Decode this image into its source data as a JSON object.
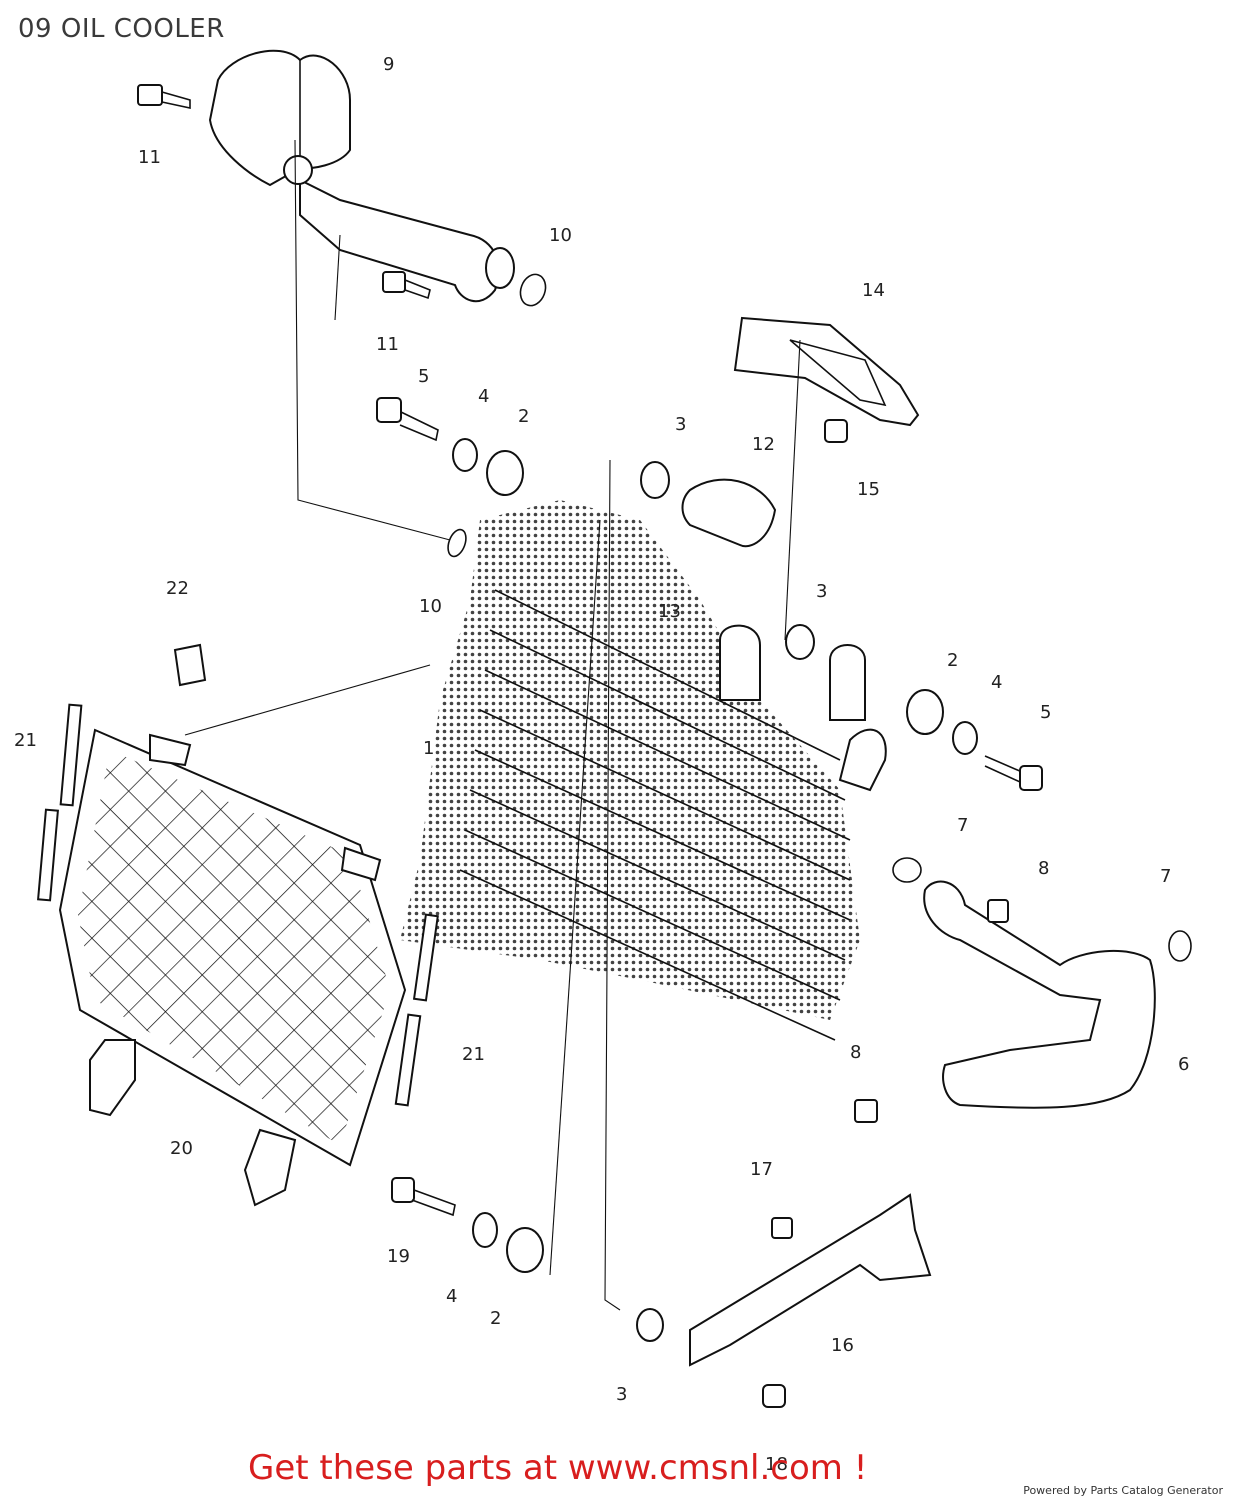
{
  "header": {
    "title": "09 OIL COOLER"
  },
  "callouts": [
    "9",
    "11",
    "10",
    "11",
    "14",
    "5",
    "4",
    "2",
    "3",
    "12",
    "15",
    "10",
    "13",
    "22",
    "3",
    "2",
    "4",
    "5",
    "21",
    "1",
    "7",
    "8",
    "7",
    "6",
    "8",
    "21",
    "20",
    "17",
    "19",
    "4",
    "2",
    "16",
    "3",
    "18"
  ],
  "footer": {
    "cta": "Get these parts at www.cmsnl.com !",
    "credit": "Powered by Parts Catalog Generator"
  }
}
